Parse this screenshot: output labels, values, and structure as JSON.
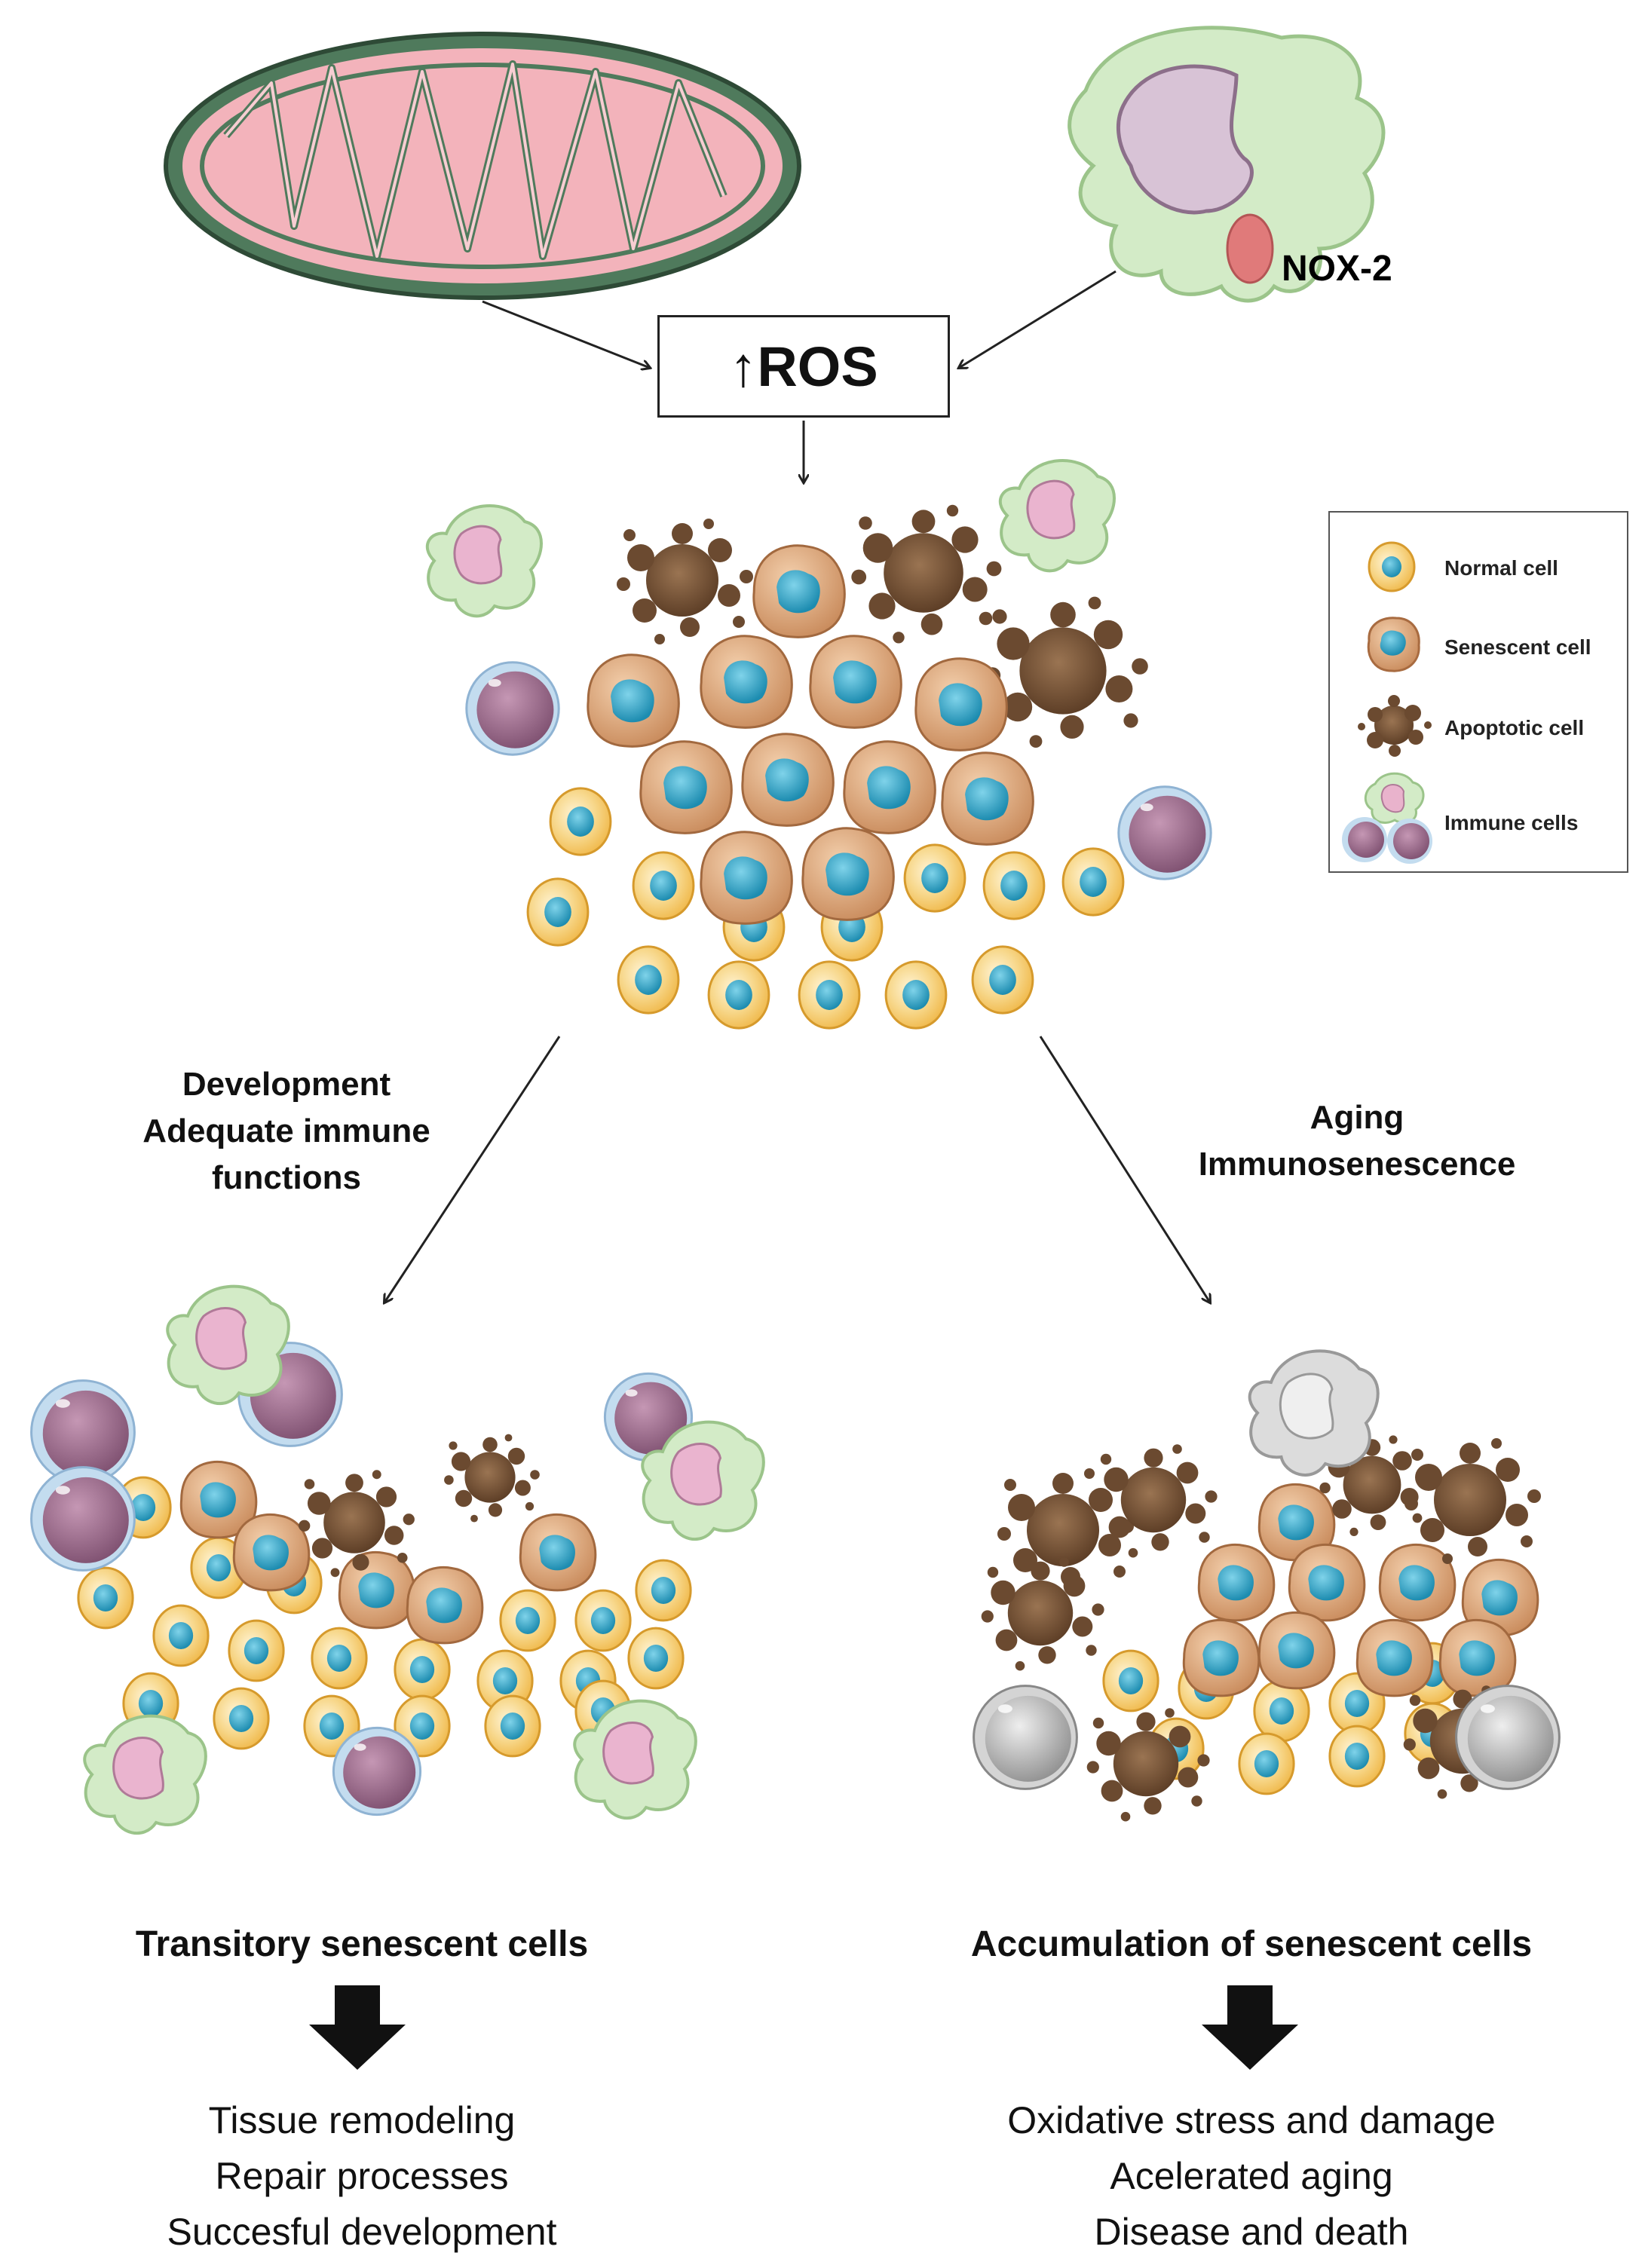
{
  "top": {
    "ros_label": "↑ROS",
    "nox_label": "NOX-2"
  },
  "legend": {
    "items": [
      {
        "label": "Normal cell",
        "icon": "normal-cell-icon"
      },
      {
        "label": "Senescent cell",
        "icon": "senescent-cell-icon"
      },
      {
        "label": "Apoptotic cell",
        "icon": "apoptotic-cell-icon"
      },
      {
        "label": "Immune cells",
        "icon": "immune-cells-icon"
      }
    ]
  },
  "left_branch": {
    "condition_lines": [
      "Development",
      "Adequate immune",
      "functions"
    ],
    "result_title": "Transitory senescent cells",
    "outcomes": [
      "Tissue remodeling",
      "Repair processes",
      "Succesful development"
    ]
  },
  "right_branch": {
    "condition_lines": [
      "Aging",
      "Immunosenescence"
    ],
    "result_title": "Accumulation of senescent cells",
    "outcomes": [
      "Oxidative stress and damage",
      "Acelerated aging",
      "Disease and death"
    ]
  },
  "colors": {
    "normal_cell": "#f7c96a",
    "normal_nucleus": "#2b9fbd",
    "senescent_cell": "#d9a57a",
    "senescent_nucleus": "#2e86a8",
    "apoptotic": "#7a5638",
    "immune_green": "#cfe8c3",
    "immune_pink": "#e9b3cc",
    "lymphocyte": "#9c6f8a",
    "lymphocyte_rim": "#b9d3ea",
    "aged_gray": "#b9b9b9",
    "mito_outer": "#3f5c48",
    "mito_inner": "#f6c4c8"
  }
}
